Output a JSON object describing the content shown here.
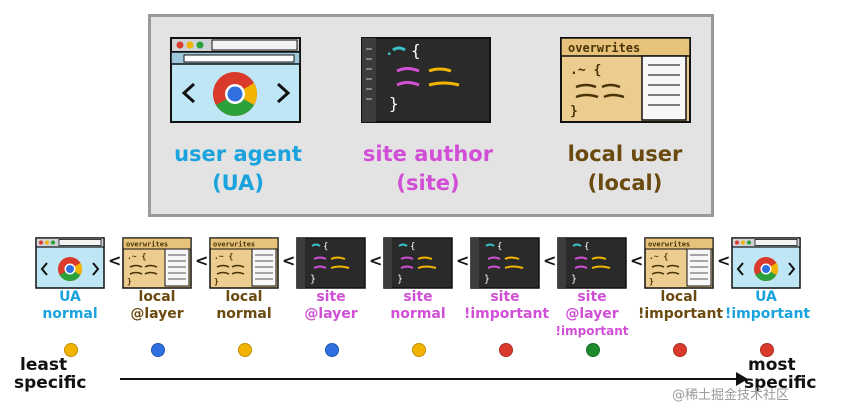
{
  "colors": {
    "ua": "#1aa3dd",
    "site": "#d14fd6",
    "local": "#6b4a10",
    "dot_yellow": "#f2b400",
    "dot_blue": "#2f6fe0",
    "dot_red": "#d93a2b",
    "dot_green": "#1e8a2e"
  },
  "top_sources": [
    {
      "label_line1": "user agent",
      "label_line2": "(UA)",
      "color": "#1aa3dd",
      "icon": "browser-icon"
    },
    {
      "label_line1": "site author",
      "label_line2": "(site)",
      "color": "#d14fd6",
      "icon": "code-editor-icon"
    },
    {
      "label_line1": "local user",
      "label_line2": "(local)",
      "color": "#6b4a10",
      "icon": "overwrites-stylesheet-icon"
    }
  ],
  "overwrites_label": "overwrites",
  "cascade": [
    {
      "line1": "UA",
      "line2": "normal",
      "line3": "",
      "color": "#1aa3dd",
      "icon": "browser-icon",
      "dot": "#f2b400"
    },
    {
      "line1": "local",
      "line2": "@layer",
      "line3": "",
      "color": "#6b4a10",
      "icon": "overwrites-stylesheet-icon",
      "dot": "#2f6fe0"
    },
    {
      "line1": "local",
      "line2": "normal",
      "line3": "",
      "color": "#6b4a10",
      "icon": "overwrites-stylesheet-icon",
      "dot": "#f2b400"
    },
    {
      "line1": "site",
      "line2": "@layer",
      "line3": "",
      "color": "#d14fd6",
      "icon": "code-editor-icon",
      "dot": "#2f6fe0"
    },
    {
      "line1": "site",
      "line2": "normal",
      "line3": "",
      "color": "#d14fd6",
      "icon": "code-editor-icon",
      "dot": "#f2b400"
    },
    {
      "line1": "site",
      "line2": "!important",
      "line3": "",
      "color": "#d14fd6",
      "icon": "code-editor-icon",
      "dot": "#d93a2b"
    },
    {
      "line1": "site",
      "line2": "@layer",
      "line3": "!important",
      "color": "#d14fd6",
      "icon": "code-editor-icon",
      "dot": "#1e8a2e"
    },
    {
      "line1": "local",
      "line2": "!important",
      "line3": "",
      "color": "#6b4a10",
      "icon": "overwrites-stylesheet-icon",
      "dot": "#d93a2b"
    },
    {
      "line1": "UA",
      "line2": "!important",
      "line3": "",
      "color": "#1aa3dd",
      "icon": "browser-icon",
      "dot": "#d93a2b"
    }
  ],
  "arrow_symbol": "<",
  "least": {
    "line1": "least",
    "line2": "specific"
  },
  "most": {
    "line1": "most",
    "line2": "specific"
  },
  "watermark": "@稀土掘金技术社区"
}
